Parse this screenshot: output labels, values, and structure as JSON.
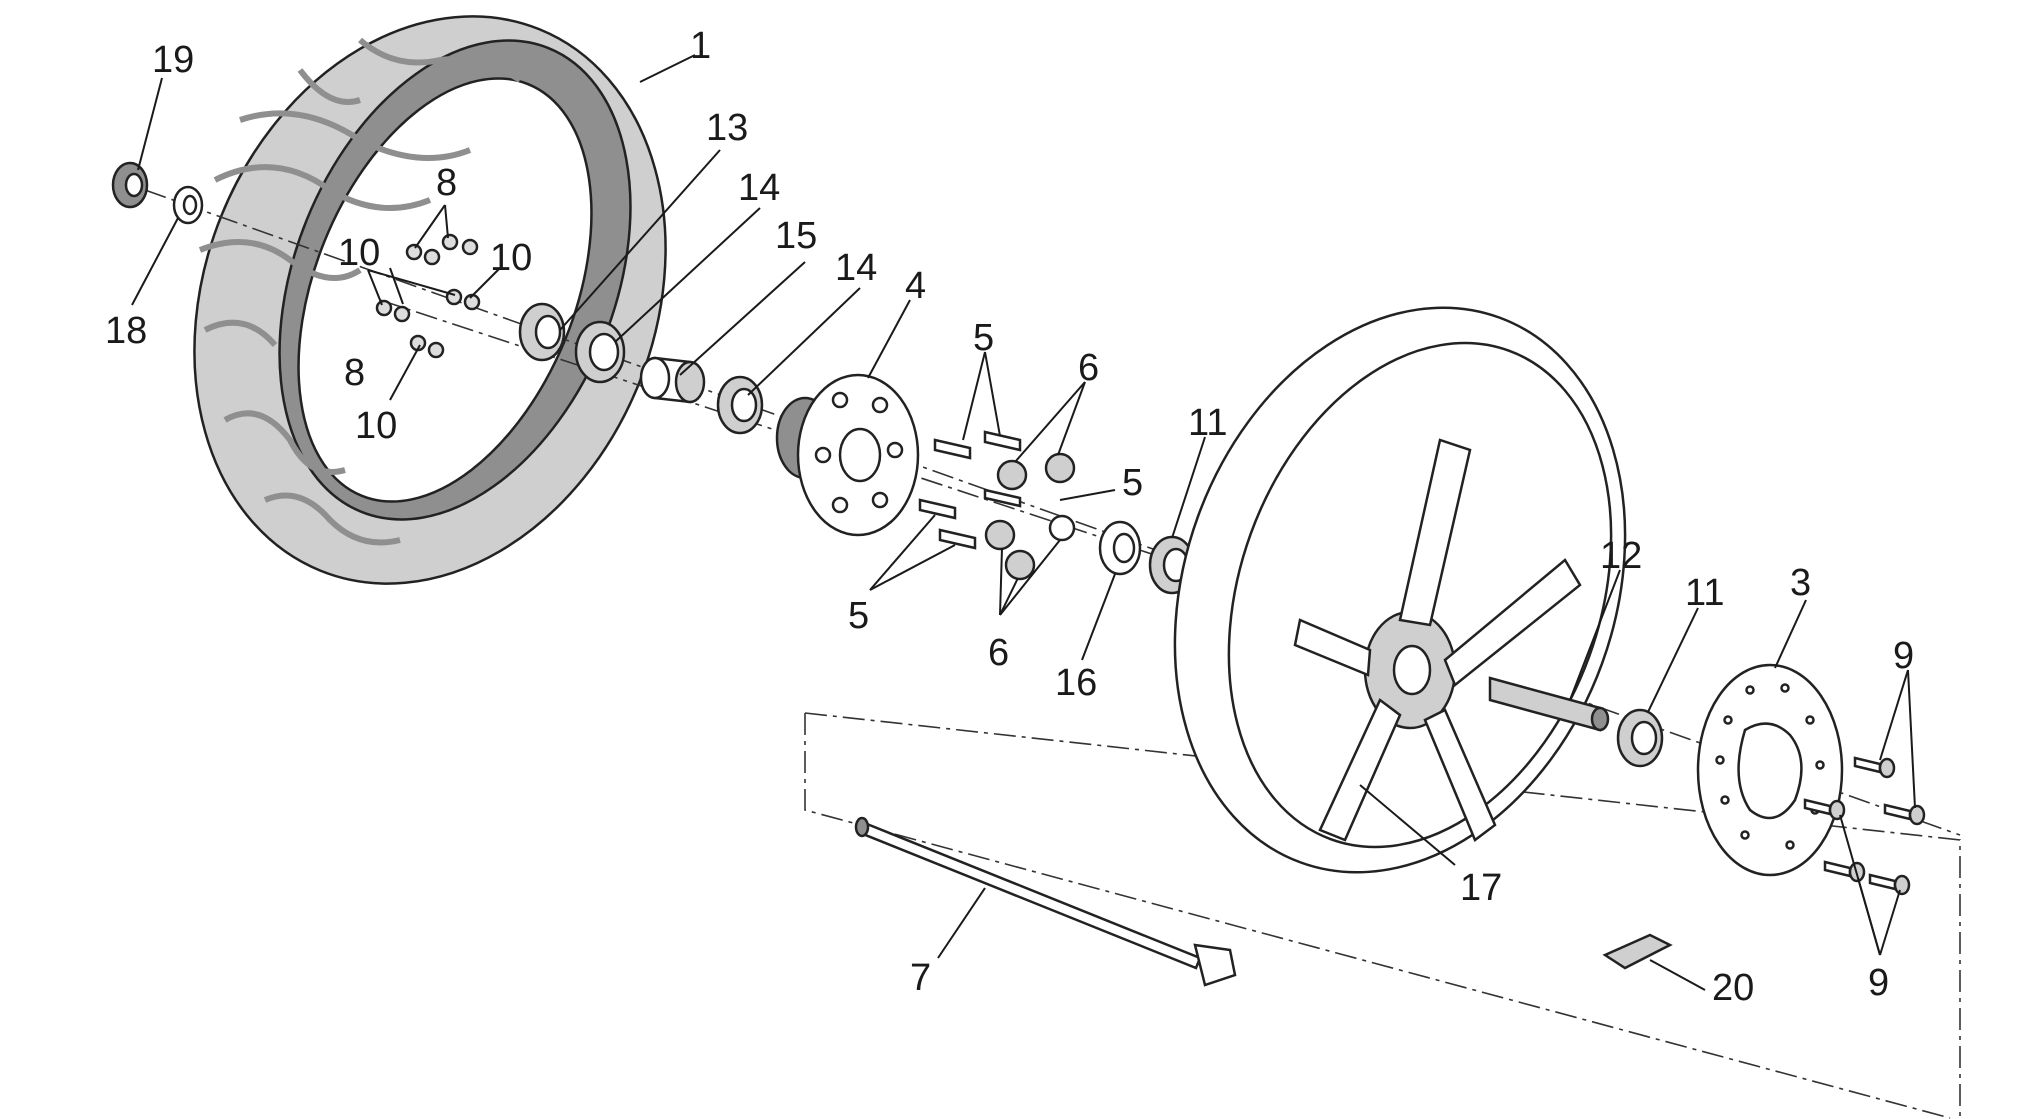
{
  "diagram": {
    "colors": {
      "line": "#222222",
      "tire": "#cfcfcf",
      "tire_dark": "#8f8f8f",
      "rim": "#ffffff",
      "disc": "#ffffff",
      "axis": "#333333"
    },
    "callouts": {
      "c1": "1",
      "c3": "3",
      "c4": "4",
      "c5a": "5",
      "c5b": "5",
      "c5c": "5",
      "c6a": "6",
      "c6b": "6",
      "c7": "7",
      "c8a": "8",
      "c8b": "8",
      "c9a": "9",
      "c9b": "9",
      "c10a": "10",
      "c10b": "10",
      "c10c": "10",
      "c11a": "11",
      "c11b": "11",
      "c12": "12",
      "c13": "13",
      "c14a": "14",
      "c14b": "14",
      "c15": "15",
      "c16": "16",
      "c17": "17",
      "c18": "18",
      "c19": "19",
      "c20": "20"
    }
  }
}
